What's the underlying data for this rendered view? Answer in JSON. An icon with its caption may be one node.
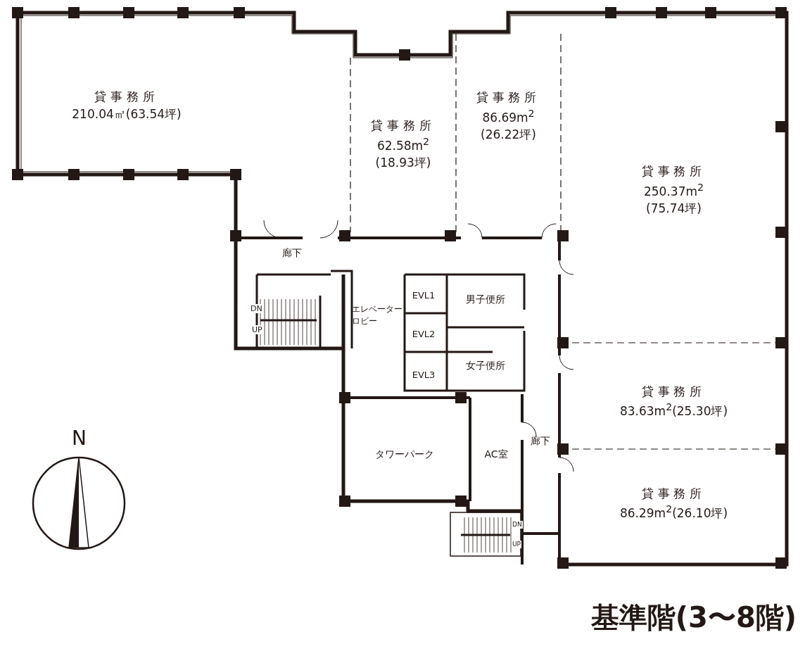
{
  "diagram": {
    "title": "基準階(3〜8階)",
    "nodes": [
      {
        "text": [
          "貸事務所",
          "210.04㎡(63.54坪)"
        ]
      },
      {
        "text": [
          "貸事務所",
          "62.58m$^{2}$",
          "(18.93坪)"
        ]
      },
      {
        "text": [
          "貸事務所",
          "86.69m$^{2}$",
          "(26.22坪)"
        ]
      },
      {
        "text": [
          "貸事務所",
          "250.37m$^{2}$",
          "(75.74坪)"
        ]
      },
      {
        "text": [
          "廊下"
        ]
      },
      {
        "text": [
          "エレベーターロビー"
        ]
      },
      {
        "text": [
          "EVL1"
        ]
      },
      {
        "text": [
          "EVL2"
        ]
      },
      {
        "text": [
          "EVL3"
        ]
      },
      {
        "text": [
          "男子便所"
        ]
      },
      {
        "text": [
          "女子便所"
        ]
      },
      {
        "text": [
          "タワーパーク"
        ]
      },
      {
        "text": [
          "AC室"
        ]
      },
      {
        "text": [
          "廊下"
        ]
      },
      {
        "text": [
          "貸事務所",
          "83.63m$^{2}$(25.30坪)"
        ]
      },
      {
        "text": [
          "貸事務所",
          "86.29m$^{2}$(26.10坪)"
        ]
      }
    ],
    "labels": [
      "DN",
      "UP",
      "N",
      "DN",
      "UP"
    ]
  }
}
